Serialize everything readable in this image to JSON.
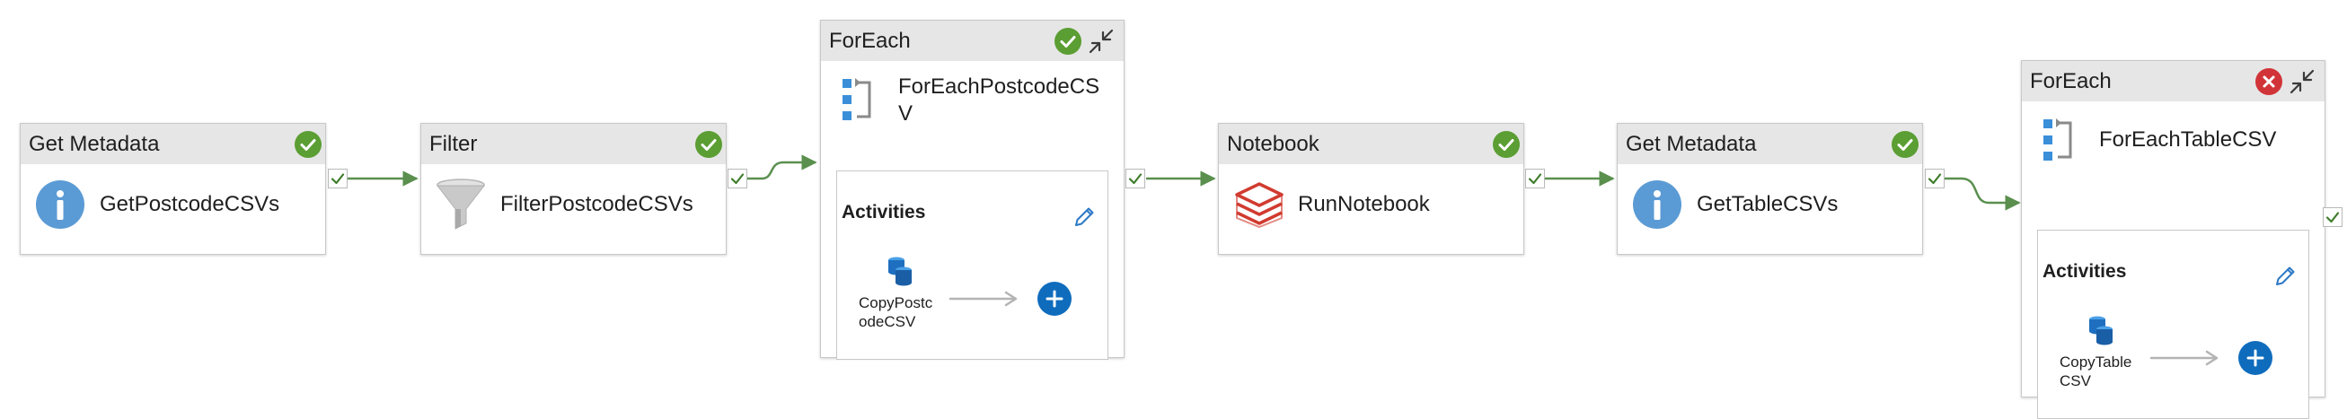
{
  "colors": {
    "success": "#5b9e33",
    "failure": "#d13438",
    "connector": "#5a8f4e",
    "info_icon": "#5b9bd5",
    "notebook_icon": "#d13b30",
    "add_button": "#0f6cbd",
    "header_bg": "#e6e6e6"
  },
  "activities": {
    "get_metadata_1": {
      "type": "Get Metadata",
      "name": "GetPostcodeCSVs",
      "status": "succeeded",
      "icon": "info-icon"
    },
    "filter_1": {
      "type": "Filter",
      "name": "FilterPostcodeCSVs",
      "status": "succeeded",
      "icon": "funnel-icon"
    },
    "foreach_1": {
      "type": "ForEach",
      "name_line1": "ForEachPostcodeCS",
      "name_line2": "V",
      "status": "succeeded",
      "icon": "foreach-icon",
      "activities_label": "Activities",
      "inner_line1": "CopyPostc",
      "inner_line2": "odeCSV",
      "inner_icon": "copy-data-icon"
    },
    "notebook_1": {
      "type": "Notebook",
      "name": "RunNotebook",
      "status": "succeeded",
      "icon": "databricks-notebook-icon"
    },
    "get_metadata_2": {
      "type": "Get Metadata",
      "name": "GetTableCSVs",
      "status": "succeeded",
      "icon": "info-icon"
    },
    "foreach_2": {
      "type": "ForEach",
      "name": "ForEachTableCSV",
      "status": "failed",
      "icon": "foreach-icon",
      "activities_label": "Activities",
      "inner_line1": "CopyTable",
      "inner_line2": "CSV",
      "inner_icon": "copy-data-icon"
    }
  }
}
